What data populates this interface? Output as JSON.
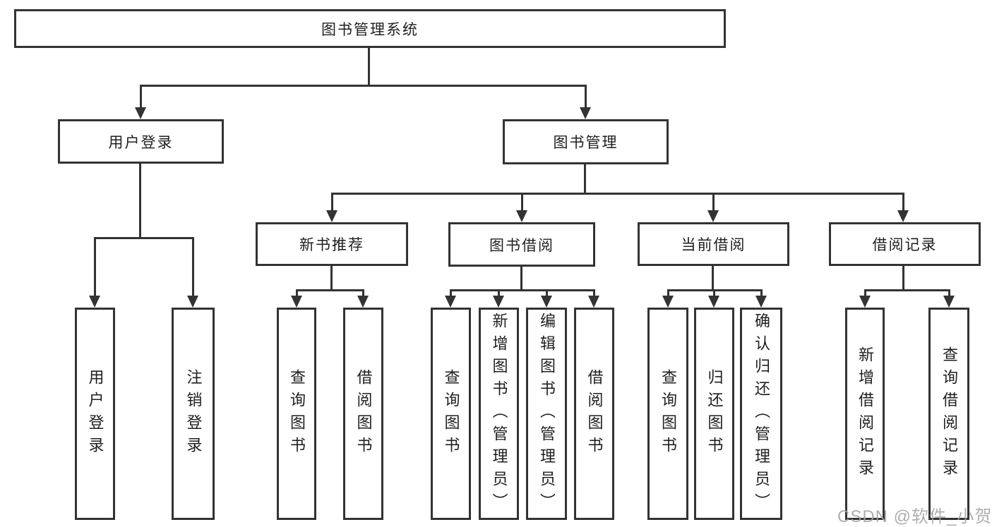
{
  "watermark": "CSDN @软件_小贺同学",
  "colors": {
    "line": "#333333",
    "text": "#1f1f1f",
    "watermark": "#a6a6a6",
    "background": "#ffffff"
  },
  "tree": {
    "root": {
      "label": "图书管理系统"
    },
    "branches": [
      {
        "label": "用户登录",
        "children": [
          {
            "label": "用户登录"
          },
          {
            "label": "注销登录"
          }
        ]
      },
      {
        "label": "图书管理",
        "children": [
          {
            "label": "新书推荐",
            "children": [
              {
                "label": "查询图书"
              },
              {
                "label": "借阅图书"
              }
            ]
          },
          {
            "label": "图书借阅",
            "children": [
              {
                "label": "查询图书"
              },
              {
                "label": "新增图书（管理员）"
              },
              {
                "label": "编辑图书（管理员）"
              },
              {
                "label": "借阅图书"
              }
            ]
          },
          {
            "label": "当前借阅",
            "children": [
              {
                "label": "查询图书"
              },
              {
                "label": "归还图书"
              },
              {
                "label": "确认归还（管理员）"
              }
            ]
          },
          {
            "label": "借阅记录",
            "children": [
              {
                "label": "新增借阅记录"
              },
              {
                "label": "查询借阅记录"
              }
            ]
          }
        ]
      }
    ]
  }
}
